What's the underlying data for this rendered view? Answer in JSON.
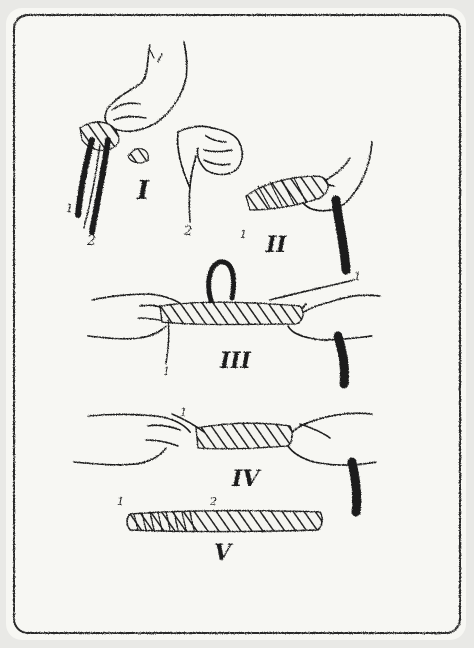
{
  "figure": {
    "steps": [
      {
        "numeral": "I",
        "strand_labels": [
          "1",
          "2"
        ]
      },
      {
        "numeral": "II",
        "strand_labels": [
          "2",
          "1"
        ]
      },
      {
        "numeral": "III",
        "strand_labels": [
          "1",
          "1"
        ]
      },
      {
        "numeral": "IV",
        "strand_labels": [
          "1"
        ]
      },
      {
        "numeral": "V",
        "strand_labels": [
          "1",
          "2"
        ]
      }
    ]
  },
  "colors": {
    "paper": "#f7f7f3",
    "ink": "#1e1e1e",
    "background": "#e9e9e6"
  }
}
